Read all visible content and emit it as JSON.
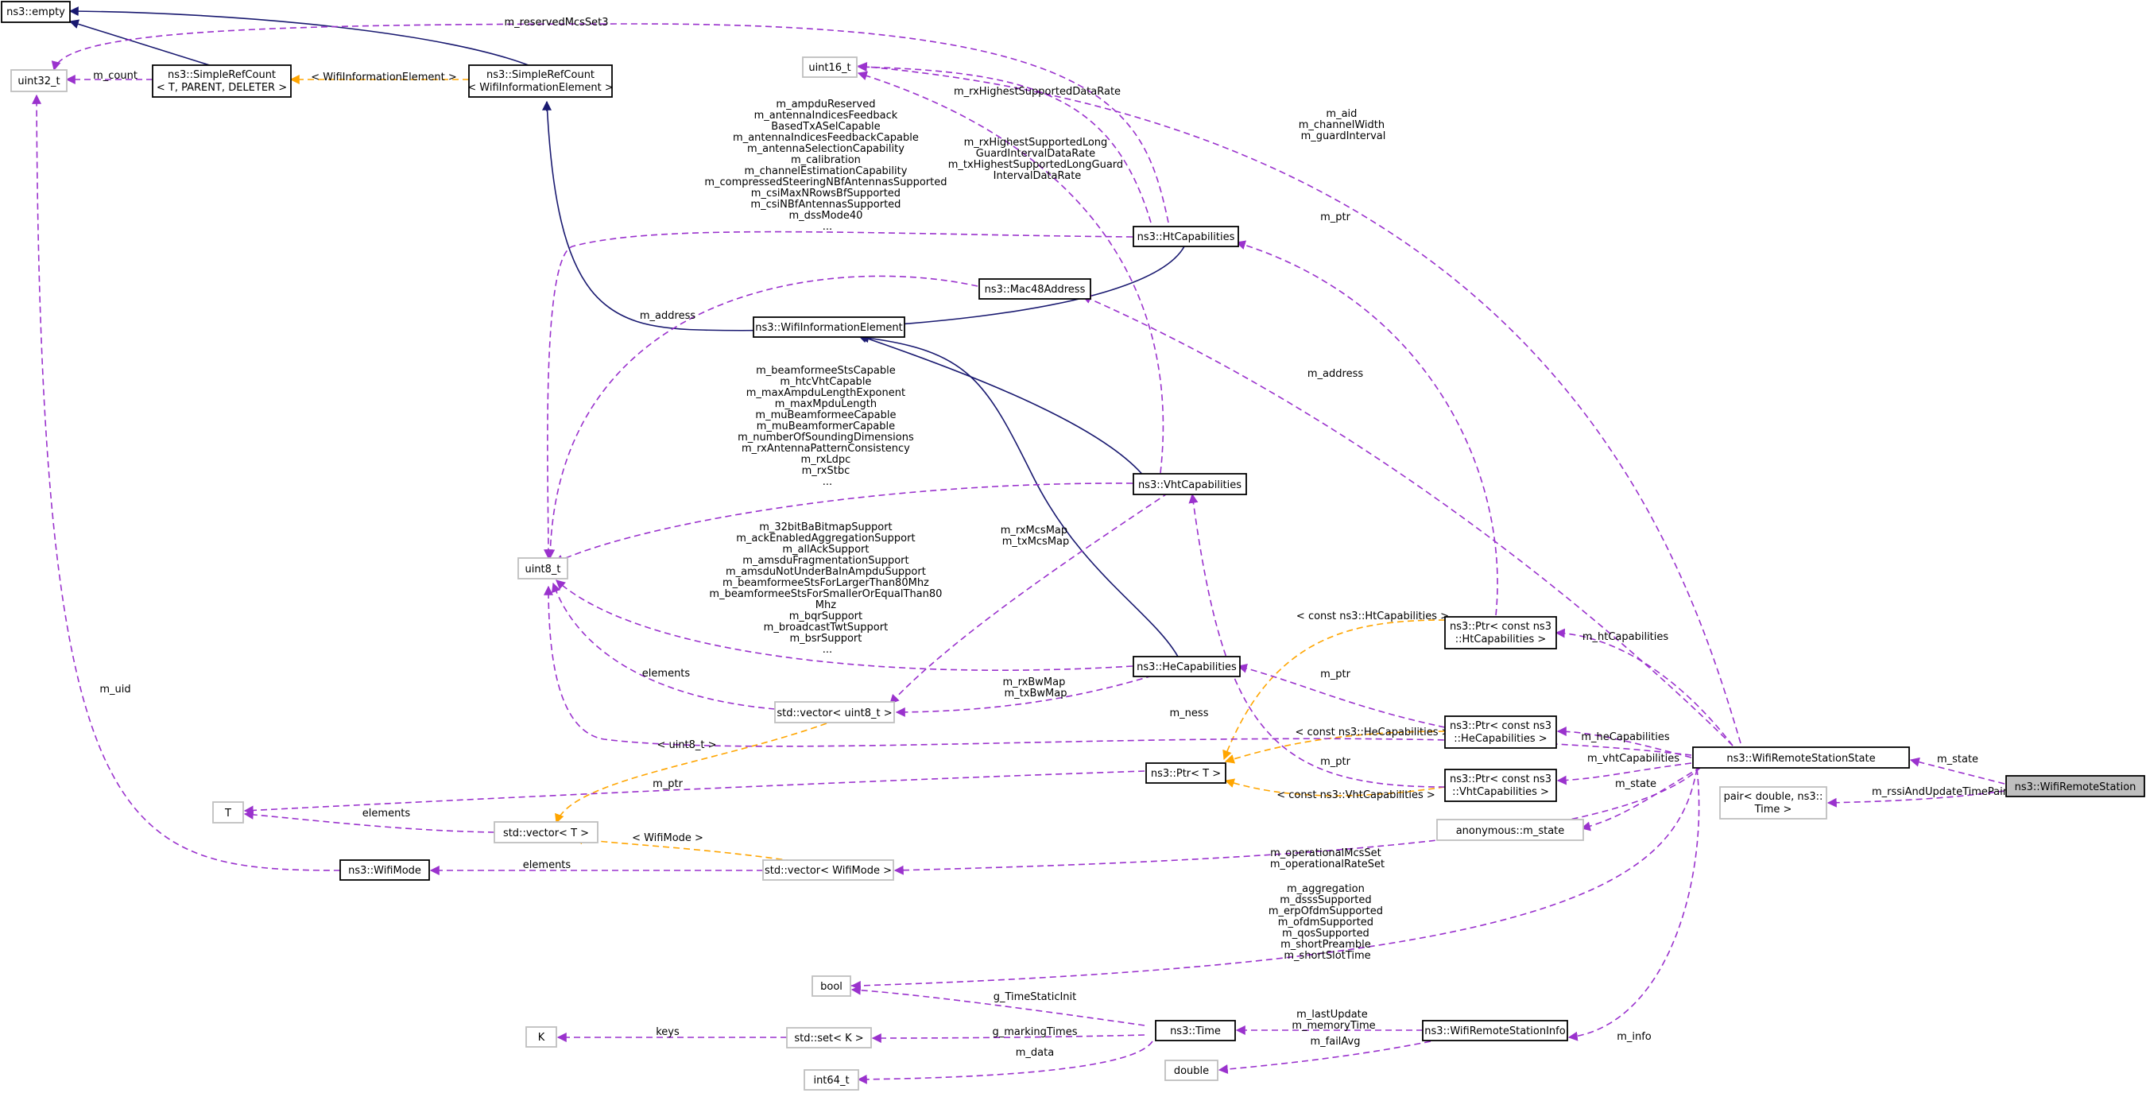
{
  "diagram": {
    "nodes": {
      "empty": "ns3::empty",
      "uint32": "uint32_t",
      "srcGeneric": [
        "ns3::SimpleRefCount",
        "< T, PARENT, DELETER >"
      ],
      "srcWifi": [
        "ns3::SimpleRefCount",
        "< WifiInformationElement >"
      ],
      "uint16": "uint16_t",
      "htCap": "ns3::HtCapabilities",
      "mac48": "ns3::Mac48Address",
      "wie": "ns3::WifiInformationElement",
      "vhtCap": "ns3::VhtCapabilities",
      "uint8": "uint8_t",
      "heCap": "ns3::HeCapabilities",
      "ptrHt": [
        "ns3::Ptr< const ns3",
        "::HtCapabilities >"
      ],
      "vecU8": "std::vector< uint8_t >",
      "ptrHe": [
        "ns3::Ptr< const ns3",
        "::HeCapabilities >"
      ],
      "ptrT": "ns3::Ptr< T >",
      "ptrVht": [
        "ns3::Ptr< const ns3",
        "::VhtCapabilities >"
      ],
      "state": "ns3::WifiRemoteStationState",
      "station": "ns3::WifiRemoteStation",
      "T": "T",
      "vecT": "std::vector< T >",
      "anon": "anonymous::m_state",
      "pair": [
        "pair< double, ns3::",
        "Time >"
      ],
      "wifiMode": "ns3::WifiMode",
      "vecMode": "std::vector< WifiMode >",
      "bool": "bool",
      "K": "K",
      "setK": "std::set< K >",
      "time": "ns3::Time",
      "info": "ns3::WifiRemoteStationInfo",
      "double": "double",
      "int64": "int64_t"
    },
    "labels": {
      "reservedMcs": "m_reservedMcsSet3",
      "count": "m_count",
      "srcWifiTpl": "< WifiInformationElement >",
      "aid": [
        "m_aid",
        "m_channelWidth",
        "m_guardInterval"
      ],
      "rxHighest": "m_rxHighestSupportedDataRate",
      "rxHighestLong": [
        "m_rxHighestSupportedLong",
        "GuardIntervalDataRate",
        "m_txHighestSupportedLongGuard",
        "IntervalDataRate"
      ],
      "htFields": [
        "m_ampduReserved",
        "m_antennaIndicesFeedback",
        "BasedTxASelCapable",
        "m_antennaIndicesFeedbackCapable",
        "m_antennaSelectionCapability",
        "m_calibration",
        "m_channelEstimationCapability",
        "m_compressedSteeringNBfAntennasSupported",
        "m_csiMaxNRowsBfSupported",
        "m_csiNBfAntennasSupported",
        "m_dssMode40",
        "..."
      ],
      "mPtrHt": "m_ptr",
      "mAddress1": "m_address",
      "mAddress2": "m_address",
      "vhtFields": [
        "m_beamformeeStsCapable",
        "m_htcVhtCapable",
        "m_maxAmpduLengthExponent",
        "m_maxMpduLength",
        "m_muBeamformeeCapable",
        "m_muBeamformerCapable",
        "m_numberOfSoundingDimensions",
        "m_rxAntennaPatternConsistency",
        "m_rxLdpc",
        "m_rxStbc",
        "..."
      ],
      "heFields": [
        "m_32bitBaBitmapSupport",
        "m_ackEnabledAggregationSupport",
        "m_allAckSupport",
        "m_amsduFragmentationSupport",
        "m_amsduNotUnderBaInAmpduSupport",
        "m_beamformeeStsForLargerThan80Mhz",
        "m_beamformeeStsForSmallerOrEqualThan80",
        "Mhz",
        "m_bqrSupport",
        "m_broadcastTwtSupport",
        "m_bsrSupport",
        "..."
      ],
      "rxMcs": [
        "m_rxMcsMap",
        "m_txMcsMap"
      ],
      "elementsU8": "elements",
      "rxBw": [
        "m_rxBwMap",
        "m_txBwMap"
      ],
      "constHt": "< const ns3::HtCapabilities >",
      "htCapabilities": "m_htCapabilities",
      "mPtrHe": "m_ptr",
      "ness": "m_ness",
      "uint8Tpl": "< uint8_t >",
      "constHe": "< const ns3::HeCapabilities >",
      "heCapabilities": "m_heCapabilities",
      "mPtrT": "m_ptr",
      "mPtrVht": "m_ptr",
      "vhtCapabilities": "m_vhtCapabilities",
      "constVht": "< const ns3::VhtCapabilities >",
      "mState1": "m_state",
      "mState2": "m_state",
      "rssi": "m_rssiAndUpdateTimePair",
      "elementsT": "elements",
      "uid": "m_uid",
      "wifiModeTpl": "< WifiMode >",
      "elementsMode": "elements",
      "opMcs": [
        "m_operationalMcsSet",
        "m_operationalRateSet"
      ],
      "boolFields": [
        "m_aggregation",
        "m_dsssSupported",
        "m_erpOfdmSupported",
        "m_ofdmSupported",
        "m_qosSupported",
        "m_shortPreamble",
        "m_shortSlotTime"
      ],
      "timeStaticInit": "g_TimeStaticInit",
      "keys": "keys",
      "markingTimes": "g_markingTimes",
      "lastUpdate": [
        "m_lastUpdate",
        "m_memoryTime"
      ],
      "info": "m_info",
      "failAvg": "m_failAvg",
      "data": "m_data"
    },
    "colors": {
      "member": "#9a32cd",
      "template": "#ffa500",
      "inheritance": "#191970",
      "focus_fill": "#bfbfbf",
      "external_border": "#bfbfbf"
    }
  }
}
